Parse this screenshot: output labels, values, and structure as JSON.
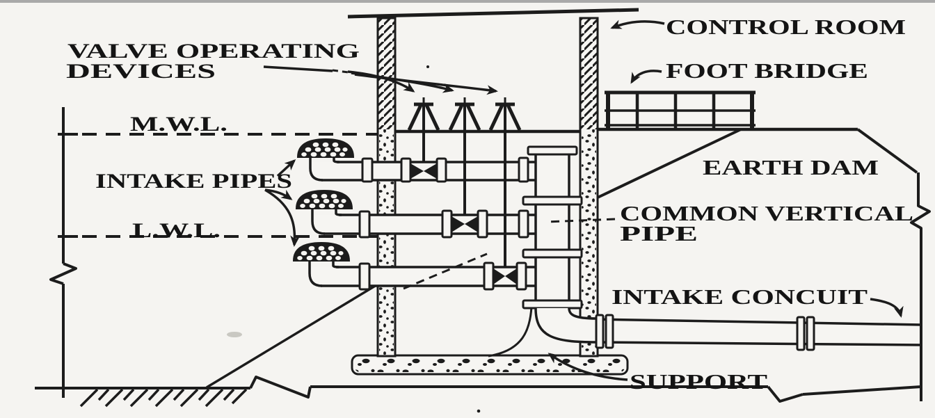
{
  "diagram": {
    "kind": "hand-drawn engineering section",
    "ink_color": "#1c1c1c",
    "paper_color": "#f5f4f1",
    "border_color": "#a9a9a9"
  },
  "labels": {
    "valve_operating_devices": {
      "line1": "VALVE OPERATING",
      "line2": "DEVICES"
    },
    "max_water_level": "M.W.L.",
    "intake_pipes": "INTAKE PIPES",
    "low_water_level": "L.W.L.",
    "control_room": "CONTROL ROOM",
    "foot_bridge": "FOOT BRIDGE",
    "earth_dam": "EARTH DAM",
    "common_vertical_pipe": {
      "line1": "COMMON VERTICAL",
      "line2": "PIPE"
    },
    "intake_conduit": "INTAKE CONCUIT",
    "support": "SUPPORT"
  }
}
